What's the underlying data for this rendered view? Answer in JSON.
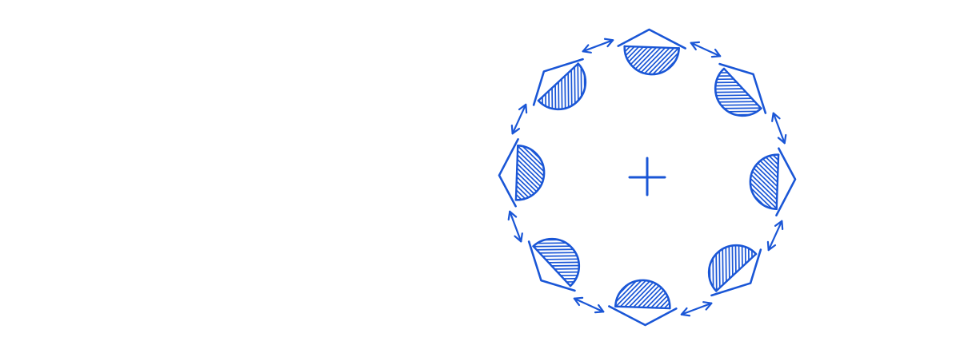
{
  "diagram": {
    "kind": "ring-of-hatched-segments",
    "segment_count": 8,
    "center_mark": "plus",
    "connector": "double-headed-arrow",
    "segment_fill": "diagonal-hatch",
    "colors": {
      "ink": "#1a56d6",
      "background": "#ffffff"
    }
  }
}
